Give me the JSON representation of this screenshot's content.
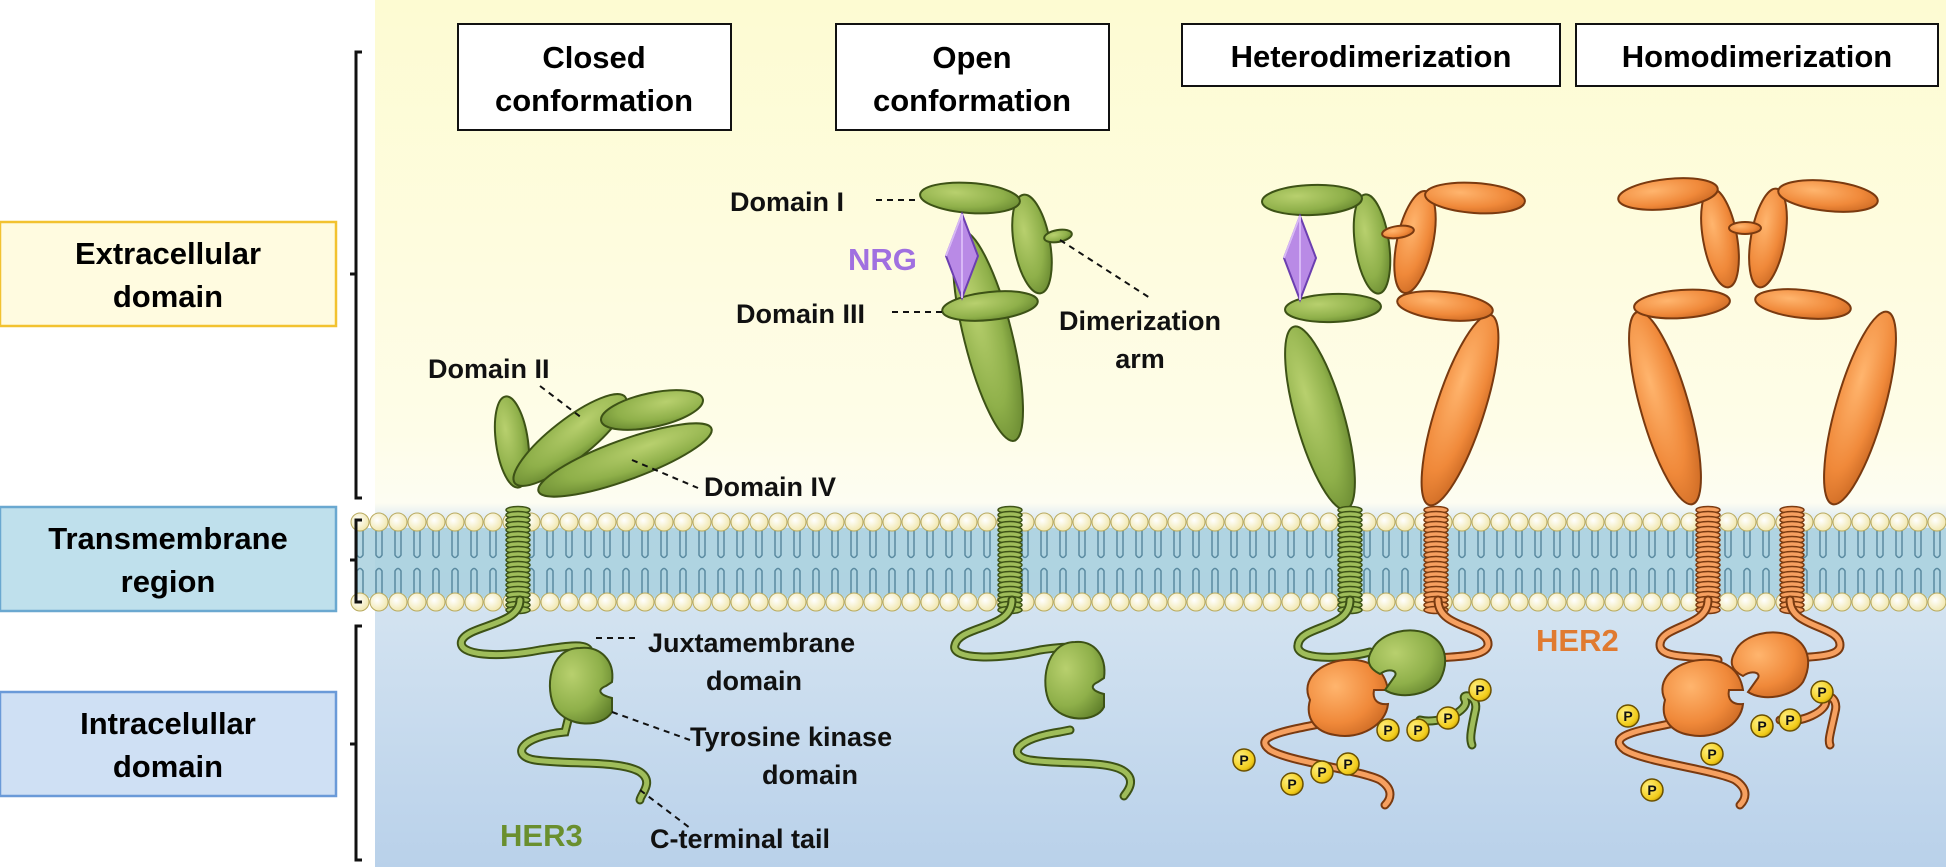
{
  "side_labels": {
    "extracellular": [
      "Extracellular",
      "domain"
    ],
    "transmembrane": [
      "Transmembrane",
      "region"
    ],
    "intracellular": [
      "Intracelullar",
      "domain"
    ]
  },
  "panel_titles": {
    "closed": [
      "Closed",
      "conformation"
    ],
    "open": [
      "Open",
      "conformation"
    ],
    "hetero": "Heterodimerization",
    "homo": "Homodimerization"
  },
  "annotations": {
    "domain_i": "Domain I",
    "domain_ii": "Domain II",
    "domain_iii": "Domain III",
    "domain_iv": "Domain IV",
    "nrg": "NRG",
    "dimerization_arm": [
      "Dimerization",
      "arm"
    ],
    "juxtamembrane": [
      "Juxtamembrane",
      "domain"
    ],
    "tyrosine_kinase": [
      "Tyrosine kinase",
      "domain"
    ],
    "c_terminal": "C-terminal tail",
    "her3": "HER3",
    "her2": "HER2",
    "phospho": "P"
  },
  "colors": {
    "her3_green": "#8fb04a",
    "her2_orange": "#f0893a",
    "nrg_purple": "#b98ae6",
    "nrg_text": "#a070e0",
    "her3_text": "#6a8f2e",
    "her2_text": "#e07a30",
    "phospho_yellow": "#f2cc1a",
    "extracellular_bg": "#fdfbd8",
    "intracellular_bg": "#c8dcef",
    "membrane_head": "#fbf4c6",
    "membrane_core": "#a8d0de",
    "extracellular_box_border": "#f2c230",
    "extracellular_box_fill": "#fffbe0",
    "transmembrane_box_border": "#6aa8d0",
    "transmembrane_box_fill": "#bfe0ec",
    "intracellular_box_border": "#6a9ad8",
    "intracellular_box_fill": "#cfe0f4"
  }
}
